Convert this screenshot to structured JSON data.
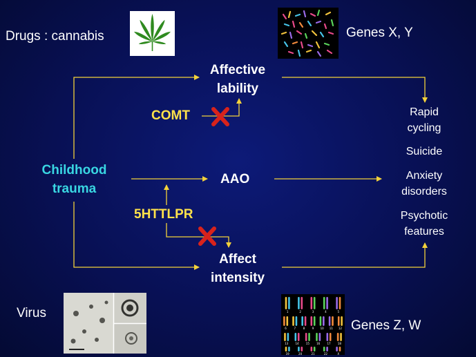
{
  "labels": {
    "drugs": "Drugs : cannabis",
    "genes_xy": "Genes X, Y",
    "virus": "Virus",
    "genes_zw": "Genes Z, W",
    "affective_lability": [
      "Affective",
      "lability"
    ],
    "comt": "COMT",
    "childhood_trauma": [
      "Childhood",
      "trauma"
    ],
    "aao": "AAO",
    "httlpr": "5HTTLPR",
    "affect_intensity": [
      "Affect",
      "intensity"
    ]
  },
  "outcomes": [
    [
      "Rapid",
      "cycling"
    ],
    [
      "Suicide"
    ],
    [
      "Anxiety",
      "disorders"
    ],
    [
      "Psychotic",
      "features"
    ]
  ],
  "karyotype_labels": [
    "1",
    "2",
    "3",
    "4",
    "5",
    "6",
    "7",
    "8",
    "9",
    "10",
    "11",
    "12",
    "13",
    "14",
    "15",
    "16",
    "17",
    "18",
    "19",
    "20",
    "21",
    "22",
    "X"
  ],
  "icons": {
    "cannabis": "cannabis-leaf-icon",
    "blocked": "red-cross-icon"
  },
  "colors": {
    "arrow": "#f4d23a",
    "node_white": "#ffffff",
    "node_yellow": "#ffe24a",
    "node_cyan": "#39d6e2",
    "block_cross": "#d8231c"
  }
}
